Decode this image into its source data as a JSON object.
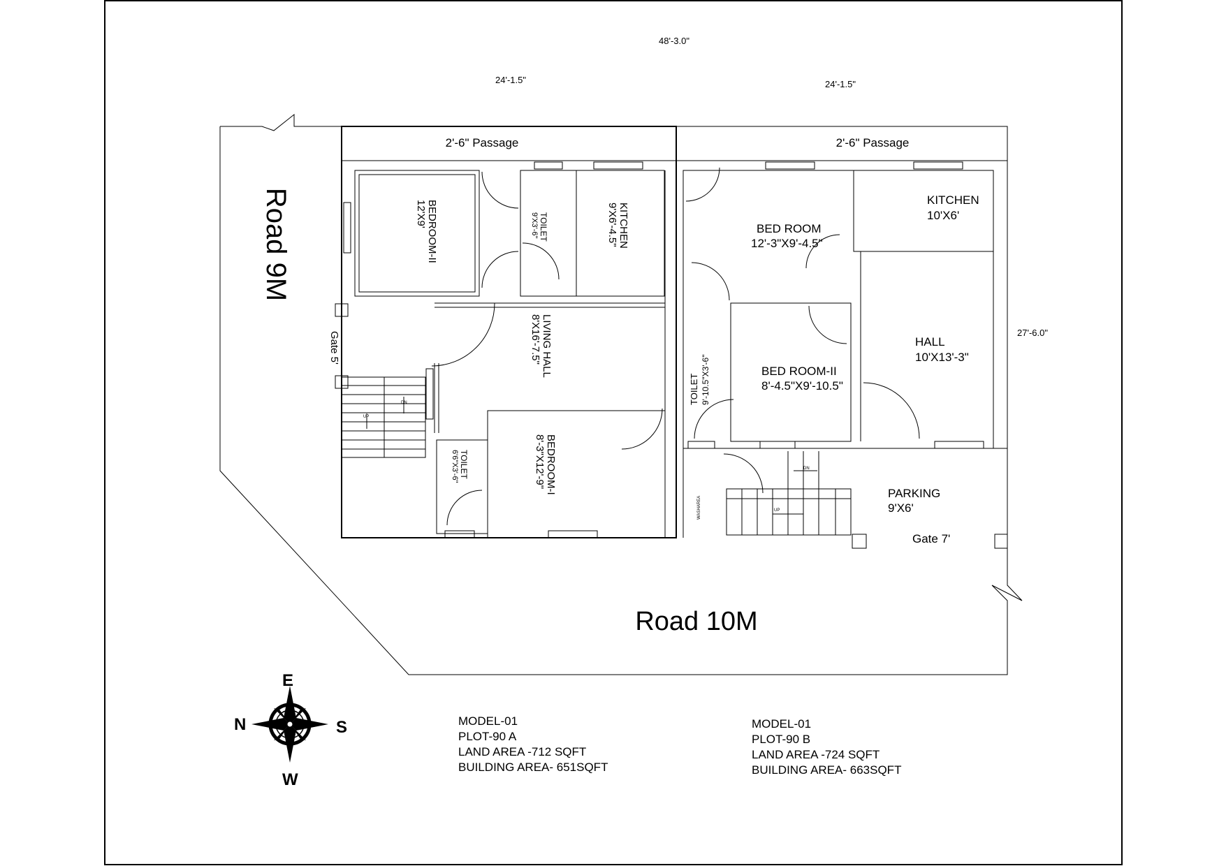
{
  "dimensions": {
    "overall": "48'-3.0\"",
    "left_plot_width": "24'-1.5\"",
    "right_plot_width": "24'-1.5\"",
    "depth": "27'-6.0\""
  },
  "roads": {
    "side": "Road 9M",
    "front": "Road 10M"
  },
  "plot_a": {
    "passage": "2'-6\" Passage",
    "bedroom2_name": "BEDROOM-II",
    "bedroom2_size": "12'X9'",
    "toilet_top_name": "TOILET",
    "toilet_top_size": "9'X3'-6\"",
    "kitchen_name": "KITCHEN",
    "kitchen_size": "9'X6'-4.5\"",
    "living_name": "LIVING HALL",
    "living_size": "8'X16'-7.5\"",
    "bedroom1_name": "BEDROOM-I",
    "bedroom1_size": "8'-3\"X12'-9\"",
    "toilet_bottom_name": "TOILET",
    "toilet_bottom_size": "6'6\"X3'-6\"",
    "gate": "Gate 5'",
    "stair_up": "UP",
    "stair_dn": "DN"
  },
  "plot_b": {
    "passage": "2'-6\" Passage",
    "bedroom_name": "BED ROOM",
    "bedroom_size": "12'-3\"X9'-4.5\"",
    "kitchen_name": "KITCHEN",
    "kitchen_size": "10'X6'",
    "hall_name": "HALL",
    "hall_size": "10'X13'-3\"",
    "bedroom2_name": "BED ROOM-II",
    "bedroom2_size": "8'-4.5\"X9'-10.5\"",
    "toilet_name": "TOILET",
    "toilet_size": "9'-10.5\"X3'-6\"",
    "parking_name": "PARKING",
    "parking_size": "9'X6'",
    "gate": "Gate 7'",
    "stair_up": "UP",
    "stair_dn": "DN",
    "side_note": "WASHAREA"
  },
  "compass": {
    "north": "N",
    "south": "S",
    "east": "E",
    "west": "W"
  },
  "notes_a": [
    "MODEL-01",
    "PLOT-90 A",
    "LAND AREA -712 SQFT",
    "BUILDING AREA- 651SQFT"
  ],
  "notes_b": [
    "MODEL-01",
    "PLOT-90 B",
    "LAND AREA -724 SQFT",
    "BUILDING AREA- 663SQFT"
  ]
}
